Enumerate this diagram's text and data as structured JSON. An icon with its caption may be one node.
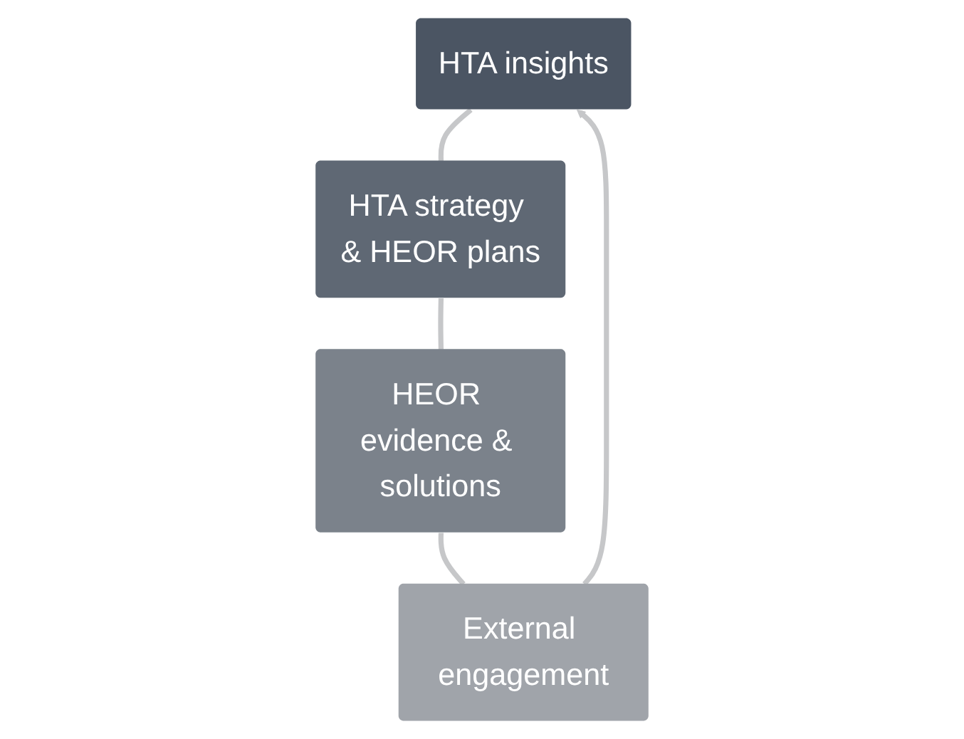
{
  "diagram": {
    "nodes": [
      {
        "text": [
          "HTA insights"
        ]
      },
      {
        "text": [
          "HTA strategy & HEOR plans"
        ]
      },
      {
        "text": [
          "HEOR evidence & solutions"
        ]
      },
      {
        "text": [
          "External engagement"
        ]
      }
    ],
    "edges": [
      {
        "from": 0,
        "to": 1,
        "arrow": "none"
      },
      {
        "from": 1,
        "to": 2,
        "arrow": "none"
      },
      {
        "from": 2,
        "to": 3,
        "arrow": "none"
      },
      {
        "from": 3,
        "to": 0,
        "arrow": "to"
      }
    ]
  }
}
